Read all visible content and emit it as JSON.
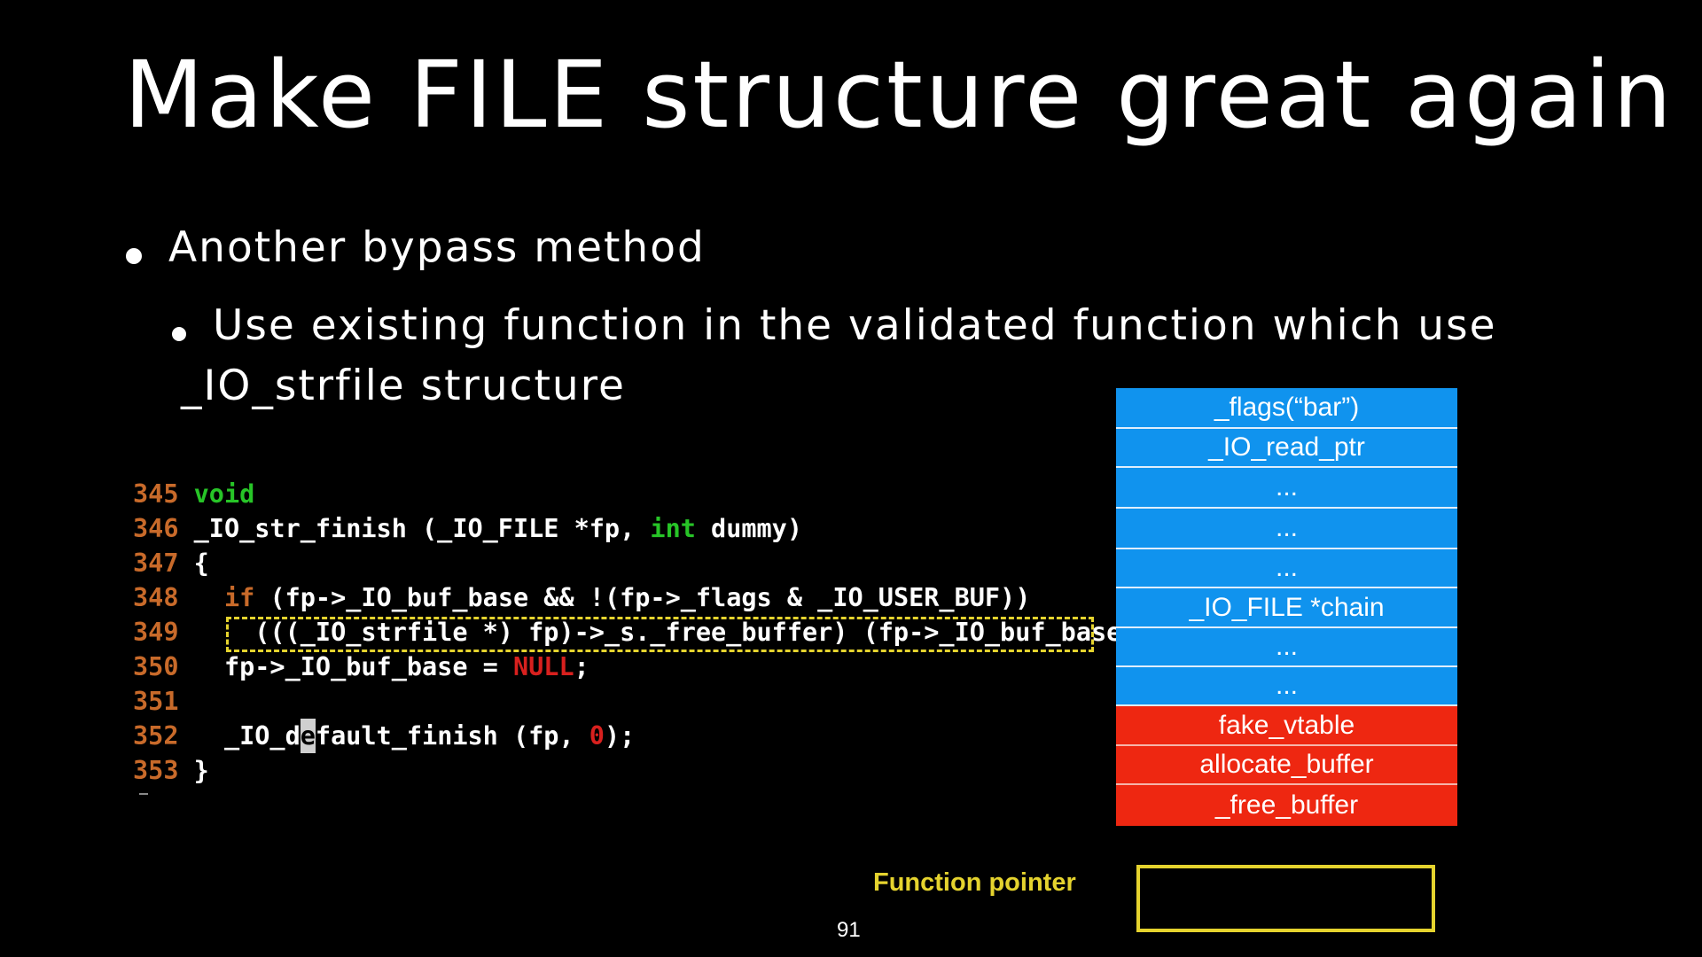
{
  "slide": {
    "title": "Make FILE structure great again",
    "bullet1": "Another bypass method",
    "bullet2_line1": "Use existing function in the validated function which use",
    "bullet2_line2": "_IO_strfile structure",
    "page_number": "91"
  },
  "code": {
    "lines": [
      {
        "num": "345",
        "parts": [
          {
            "t": "void",
            "c": "kw-green"
          }
        ]
      },
      {
        "num": "346",
        "parts": [
          {
            "t": "_IO_str_finish (_IO_FILE *fp, ",
            "c": "txt"
          },
          {
            "t": "int",
            "c": "kw-green"
          },
          {
            "t": " dummy)",
            "c": "txt"
          }
        ]
      },
      {
        "num": "347",
        "parts": [
          {
            "t": "{",
            "c": "txt"
          }
        ]
      },
      {
        "num": "348",
        "parts": [
          {
            "t": "  ",
            "c": "txt"
          },
          {
            "t": "if",
            "c": "kw-orange"
          },
          {
            "t": " (fp->_IO_buf_base && !(fp->_flags & _IO_USER_BUF))",
            "c": "txt"
          }
        ]
      },
      {
        "num": "349",
        "parts": [
          {
            "t": "    (((_IO_strfile *) fp)->_s._free_buffer) (fp->_IO_buf_base);",
            "c": "txt"
          }
        ]
      },
      {
        "num": "350",
        "parts": [
          {
            "t": "  fp->_IO_buf_base = ",
            "c": "txt"
          },
          {
            "t": "NULL",
            "c": "red"
          },
          {
            "t": ";",
            "c": "txt"
          }
        ]
      },
      {
        "num": "351",
        "parts": []
      },
      {
        "num": "352",
        "parts": [
          {
            "t": "  _IO_d",
            "c": "txt"
          },
          {
            "t": "e",
            "c": "cursor"
          },
          {
            "t": "fault_finish (fp, ",
            "c": "txt"
          },
          {
            "t": "0",
            "c": "red"
          },
          {
            "t": ");",
            "c": "txt"
          }
        ]
      },
      {
        "num": "353",
        "parts": [
          {
            "t": "}",
            "c": "txt"
          }
        ]
      }
    ]
  },
  "structure": {
    "cells": [
      {
        "label": "_flags(“bar”)",
        "color": "blue"
      },
      {
        "label": "_IO_read_ptr",
        "color": "blue"
      },
      {
        "label": "...",
        "color": "blue"
      },
      {
        "label": "...",
        "color": "blue"
      },
      {
        "label": "...",
        "color": "blue"
      },
      {
        "label": "_IO_FILE *chain",
        "color": "blue"
      },
      {
        "label": "...",
        "color": "blue"
      },
      {
        "label": "...",
        "color": "blue"
      },
      {
        "label": "fake_vtable",
        "color": "red"
      },
      {
        "label": "allocate_buffer",
        "color": "red"
      },
      {
        "label": "_free_buffer",
        "color": "red"
      }
    ],
    "annotation": "Function pointer",
    "colors": {
      "blue": "#1093ee",
      "red": "#ee2711",
      "highlight": "#e5d32e"
    }
  }
}
